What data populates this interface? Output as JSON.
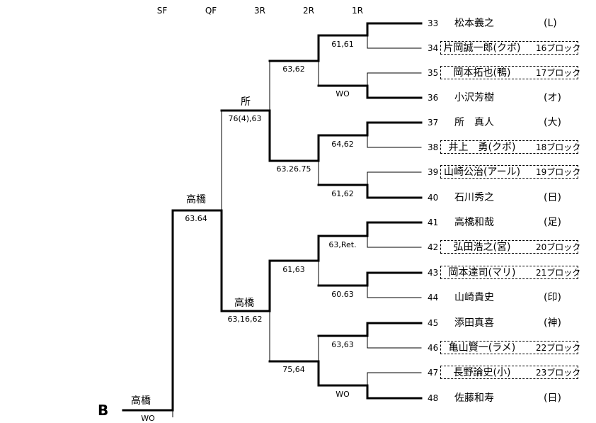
{
  "rounds": [
    "SF",
    "QF",
    "3R",
    "2R",
    "1R"
  ],
  "block_label": "B",
  "players": [
    {
      "num": "33",
      "name": "松本義之",
      "affil": "(L)"
    },
    {
      "num": "34",
      "name": "片岡誠一郎(クボ)",
      "block": "16ブロック"
    },
    {
      "num": "35",
      "name": "岡本拓也(鴨)",
      "block": "17ブロック"
    },
    {
      "num": "36",
      "name": "小沢芳樹",
      "affil": "(オ)"
    },
    {
      "num": "37",
      "name": "所　真人",
      "affil": "(大)"
    },
    {
      "num": "38",
      "name": "井上　勇(クボ)",
      "block": "18ブロック"
    },
    {
      "num": "39",
      "name": "山崎公治(アール)",
      "block": "19ブロック"
    },
    {
      "num": "40",
      "name": "石川秀之",
      "affil": "(日)"
    },
    {
      "num": "41",
      "name": "高橋和哉",
      "affil": "(足)"
    },
    {
      "num": "42",
      "name": "弘田浩之(宮)",
      "block": "20ブロック"
    },
    {
      "num": "43",
      "name": "岡本達司(マリ)",
      "block": "21ブロック"
    },
    {
      "num": "44",
      "name": "山崎貴史",
      "affil": "(印)"
    },
    {
      "num": "45",
      "name": "添田真喜",
      "affil": "(神)"
    },
    {
      "num": "46",
      "name": "亀山賢一(ラメ)",
      "block": "22ブロック"
    },
    {
      "num": "47",
      "name": "長野論史(小)",
      "block": "23ブロック"
    },
    {
      "num": "48",
      "name": "佐藤和寿",
      "affil": "(日)"
    }
  ],
  "scores_1r": [
    "61,61",
    "WO",
    "64,62",
    "61,62",
    "63,Ret.",
    "60.63",
    "63,63",
    "WO"
  ],
  "scores_2r": [
    "63,62",
    "63.26.75",
    "61,63",
    "75,64"
  ],
  "r3": [
    {
      "winner": "所",
      "score": "76(4),63"
    },
    {
      "winner": "高橋",
      "score": "63,16,62"
    }
  ],
  "qf": {
    "winner": "高橋",
    "score": "63.64"
  },
  "sf": {
    "winner": "高橋",
    "score": "WO"
  }
}
